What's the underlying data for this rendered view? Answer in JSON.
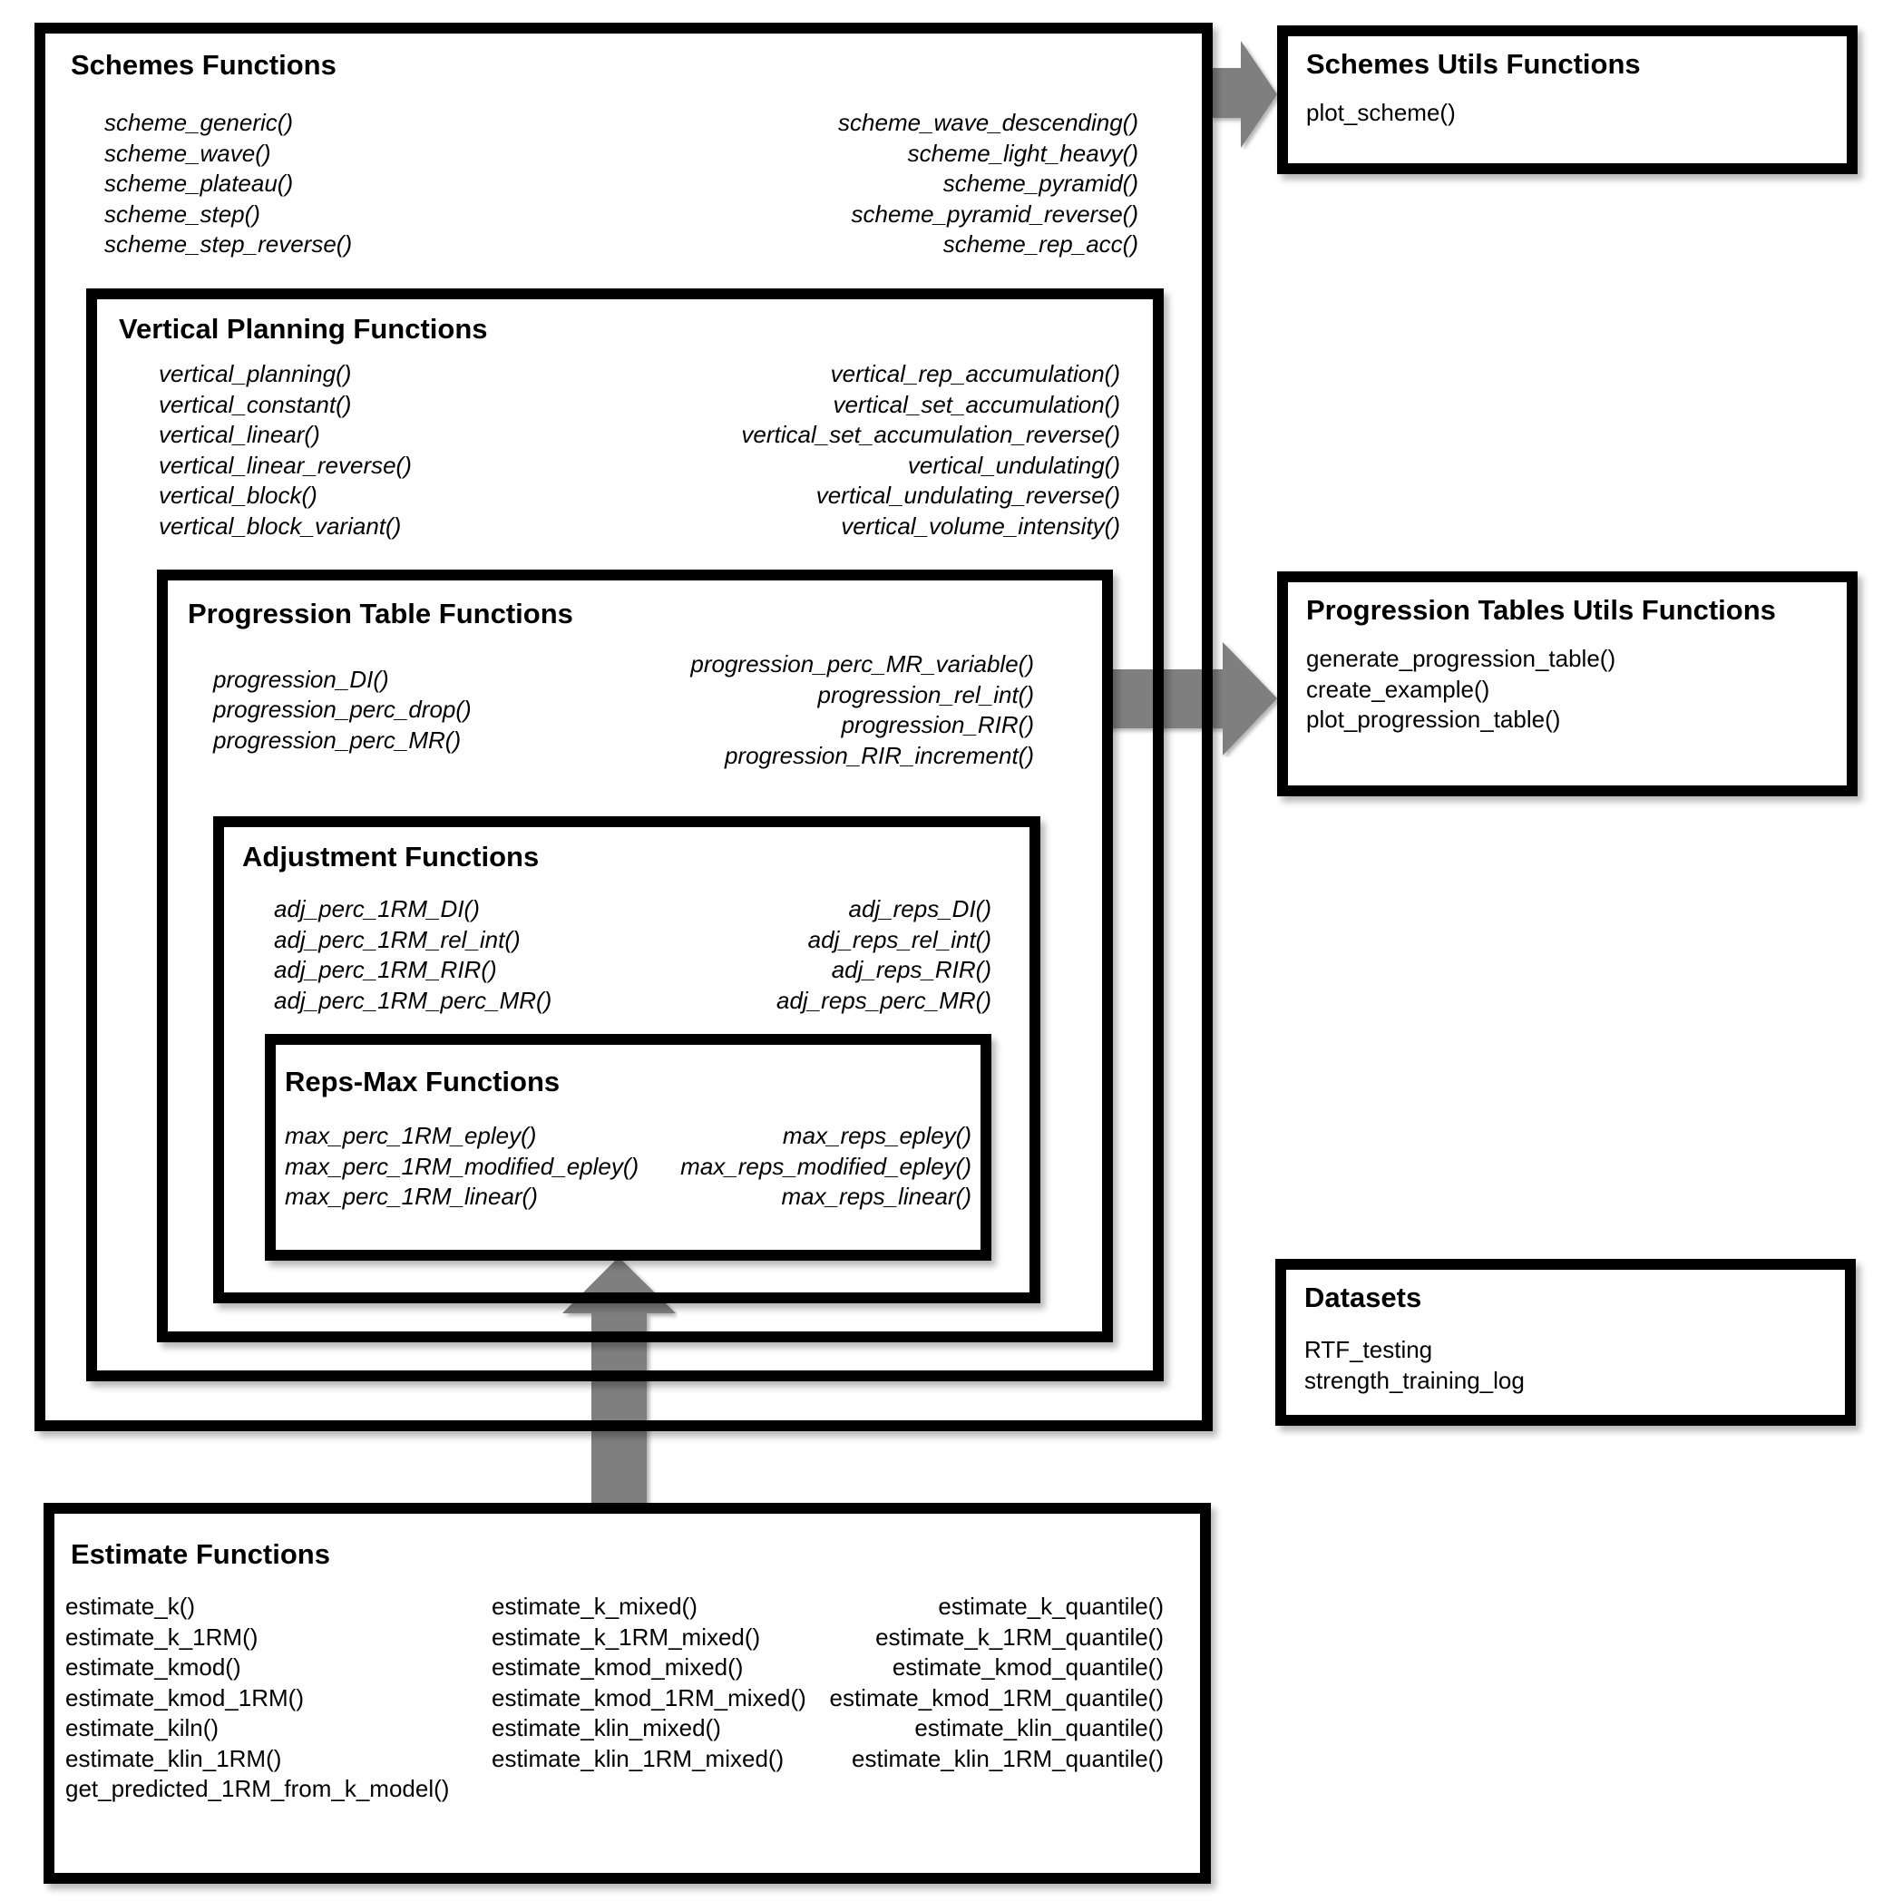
{
  "palette": {
    "background": "#ffffff",
    "border_color": "#000000",
    "text_color": "#000000",
    "arrow_color": "#7f7f7f"
  },
  "boxes": {
    "schemes": {
      "title": "Schemes Functions",
      "left": [
        "scheme_generic()",
        "scheme_wave()",
        "scheme_plateau()",
        "scheme_step()",
        "scheme_step_reverse()"
      ],
      "right": [
        "scheme_wave_descending()",
        "scheme_light_heavy()",
        "scheme_pyramid()",
        "scheme_pyramid_reverse()",
        "scheme_rep_acc()"
      ]
    },
    "vertical": {
      "title": "Vertical Planning Functions",
      "left": [
        "vertical_planning()",
        "vertical_constant()",
        "vertical_linear()",
        "vertical_linear_reverse()",
        "vertical_block()",
        "vertical_block_variant()"
      ],
      "right": [
        "vertical_rep_accumulation()",
        "vertical_set_accumulation()",
        "vertical_set_accumulation_reverse()",
        "vertical_undulating()",
        "vertical_undulating_reverse()",
        "vertical_volume_intensity()"
      ]
    },
    "progression": {
      "title": "Progression Table Functions",
      "left": [
        "progression_DI()",
        "progression_perc_drop()",
        "progression_perc_MR()"
      ],
      "right": [
        "progression_perc_MR_variable()",
        "progression_rel_int()",
        "progression_RIR()",
        "progression_RIR_increment()"
      ]
    },
    "adjustment": {
      "title": "Adjustment Functions",
      "left": [
        "adj_perc_1RM_DI()",
        "adj_perc_1RM_rel_int()",
        "adj_perc_1RM_RIR()",
        "adj_perc_1RM_perc_MR()"
      ],
      "right": [
        "adj_reps_DI()",
        "adj_reps_rel_int()",
        "adj_reps_RIR()",
        "adj_reps_perc_MR()"
      ]
    },
    "repsmax": {
      "title": "Reps-Max Functions",
      "left": [
        "max_perc_1RM_epley()",
        "max_perc_1RM_modified_epley()",
        "max_perc_1RM_linear()"
      ],
      "right": [
        "max_reps_epley()",
        "max_reps_modified_epley()",
        "max_reps_linear()"
      ]
    },
    "schemes_utils": {
      "title": "Schemes Utils Functions",
      "items": [
        "plot_scheme()"
      ]
    },
    "progression_utils": {
      "title": "Progression Tables Utils Functions",
      "items": [
        "generate_progression_table()",
        "create_example()",
        "plot_progression_table()"
      ]
    },
    "datasets": {
      "title": "Datasets",
      "items": [
        "RTF_testing",
        "strength_training_log"
      ]
    },
    "estimate": {
      "title": "Estimate Functions",
      "col1": [
        "estimate_k()",
        "estimate_k_1RM()",
        "estimate_kmod()",
        "estimate_kmod_1RM()",
        "estimate_kiln()",
        "estimate_klin_1RM()",
        "get_predicted_1RM_from_k_model()"
      ],
      "col2": [
        "estimate_k_mixed()",
        "estimate_k_1RM_mixed()",
        "estimate_kmod_mixed()",
        "estimate_kmod_1RM_mixed()",
        "estimate_klin_mixed()",
        "estimate_klin_1RM_mixed()"
      ],
      "col3": [
        "estimate_k_quantile()",
        "estimate_k_1RM_quantile()",
        "estimate_kmod_quantile()",
        "estimate_kmod_1RM_quantile()",
        "estimate_klin_quantile()",
        "estimate_klin_1RM_quantile()"
      ]
    }
  },
  "arrows": [
    {
      "name": "schemes-to-schemes-utils",
      "direction": "right"
    },
    {
      "name": "progression-to-progression-utils",
      "direction": "right"
    },
    {
      "name": "estimate-to-repsmax",
      "direction": "up"
    }
  ]
}
